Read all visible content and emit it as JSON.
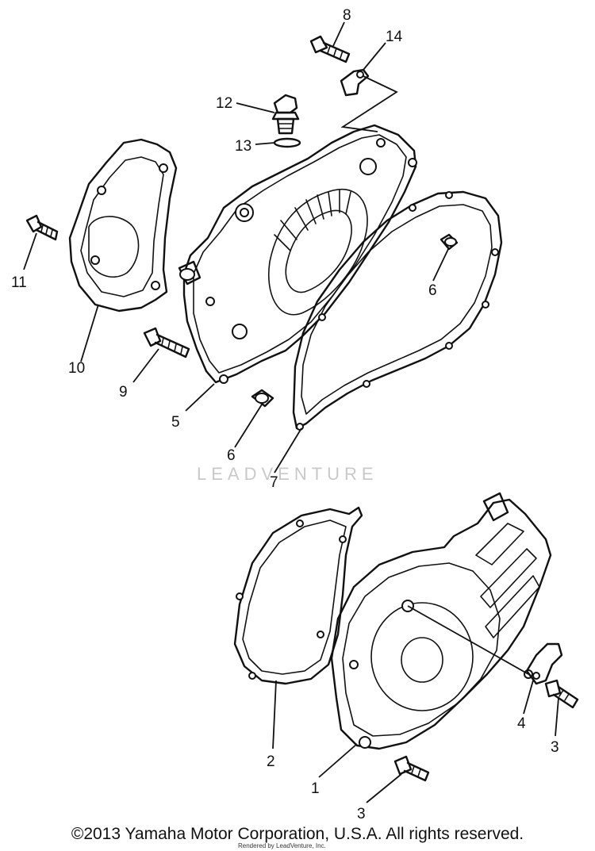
{
  "diagram": {
    "watermark": "LEADVENTURE",
    "copyright": "©2013 Yamaha Motor Corporation, U.S.A. All rights reserved.",
    "rendered_by": "Rendered by LeadVenture, Inc.",
    "callouts": {
      "crankcase_cover": "5",
      "cover_gasket": "7",
      "dowel_pin_upper": "6",
      "dowel_pin_lower": "6",
      "cover_bolt": "8",
      "oil_filler_plug": "12",
      "o_ring": "13",
      "clamp": "14",
      "oil_pump_cover": "10",
      "pump_cover_bolt": "11",
      "cover_screw": "9",
      "magneto_cover": "1",
      "magneto_gasket": "2",
      "magneto_bolt_right": "3",
      "magneto_bolt_bottom": "3",
      "cable_clamp": "4"
    }
  }
}
